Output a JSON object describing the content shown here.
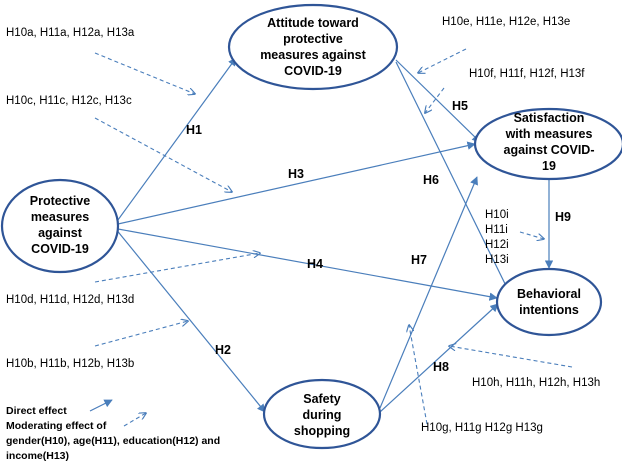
{
  "nodes": {
    "attitude": [
      "Attitude toward",
      "protective",
      "measures against",
      "COVID-19"
    ],
    "protective": [
      "Protective",
      "measures",
      "against",
      "COVID-19"
    ],
    "satisfaction": [
      "Satisfaction",
      "with measures",
      "against COVID-",
      "19"
    ],
    "behavioral": [
      "Behavioral",
      "intentions"
    ],
    "safety": [
      "Safety",
      "during",
      "shopping"
    ]
  },
  "hypotheses": {
    "h1": "H1",
    "h2": "H2",
    "h3": "H3",
    "h4": "H4",
    "h5": "H5",
    "h6": "H6",
    "h7": "H7",
    "h8": "H8",
    "h9": "H9"
  },
  "moderators": {
    "a": "H10a, H11a, H12a, H13a",
    "c": "H10c, H11c, H12c, H13c",
    "d": "H10d, H11d, H12d, H13d",
    "b": "H10b, H11b, H12b, H13b",
    "e": "H10e, H11e, H12e, H13e",
    "f": "H10f, H11f, H12f, H13f",
    "i": [
      "H10i",
      "H11i",
      "H12i",
      "H13i"
    ],
    "h": "H10h, H11h, H12h, H13h",
    "g": "H10g, H11g H12g H13g"
  },
  "legend": {
    "direct": "Direct effect",
    "moderating": "Moderating effect of",
    "line3": "gender(H10), age(H11),  education(H12) and",
    "line4": "income(H13)"
  },
  "colors": {
    "arrow": "#4a7ebb",
    "node_border": "#2f5597"
  }
}
